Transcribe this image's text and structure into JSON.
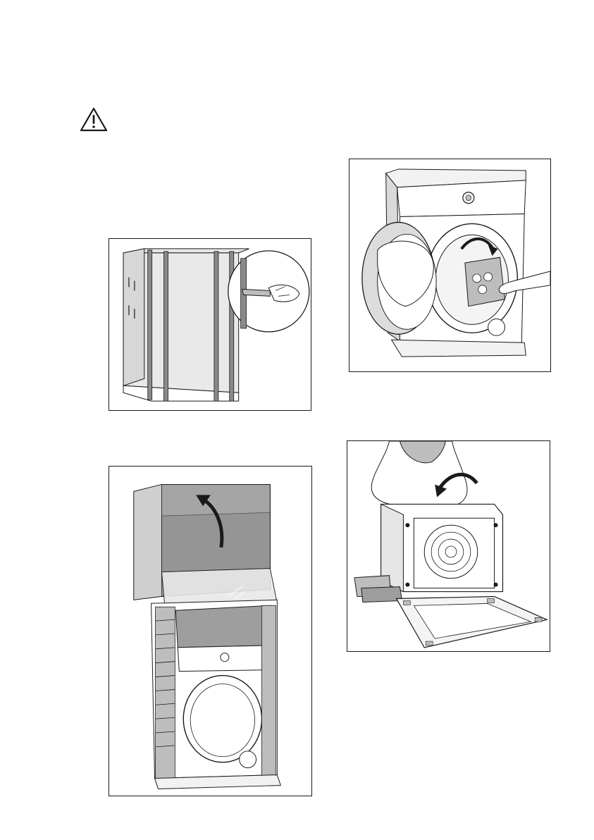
{
  "warning": {
    "icon": "warning-triangle-icon"
  },
  "figures": [
    {
      "name": "figure-cut-straps",
      "icon": "cutter-knife-icon"
    },
    {
      "name": "figure-remove-drum-packing",
      "icon": "hand-icon"
    },
    {
      "name": "figure-lift-cover",
      "icon": "curved-arrow-icon"
    },
    {
      "name": "figure-tilt-remove-base",
      "icon": "curved-arrow-icon"
    }
  ],
  "colors": {
    "line": "#1a1a1a",
    "shade": "#bdbdbd",
    "light_shade": "#dcdcdc",
    "dark_shade": "#8a8a8a"
  }
}
